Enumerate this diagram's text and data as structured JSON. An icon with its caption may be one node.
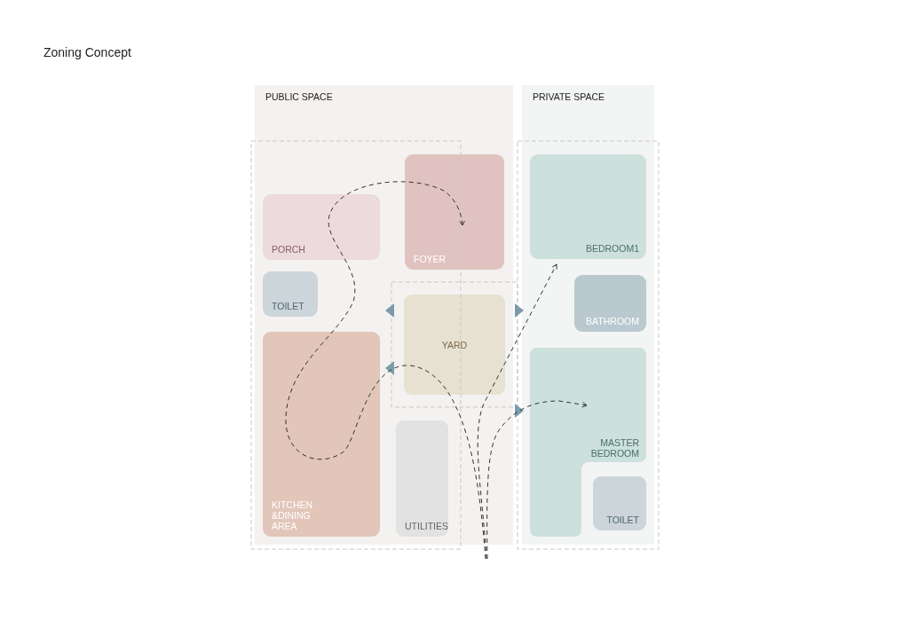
{
  "diagram": {
    "title": "Zoning Concept",
    "nodes": [
      {
        "text": [
          "PUBLIC SPACE"
        ]
      },
      {
        "text": [
          "PRIVATE SPACE"
        ]
      },
      {
        "text": [
          "PORCH"
        ],
        "in": 0
      },
      {
        "text": [
          "FOYER"
        ],
        "in": 0
      },
      {
        "text": [
          "TOILET"
        ],
        "in": 0
      },
      {
        "text": [
          "YARD"
        ],
        "in": 0
      },
      {
        "text": [
          "KITCHEN &DINING AREA"
        ],
        "in": 0
      },
      {
        "text": [
          "UTILITIES"
        ],
        "in": 0
      },
      {
        "text": [
          "BEDROOM1"
        ],
        "in": 1
      },
      {
        "text": [
          "BATHROOM"
        ],
        "in": 1
      },
      {
        "text": [
          "MASTER BEDROOM"
        ],
        "in": 1
      },
      {
        "text": [
          "TOILET"
        ],
        "in": 1
      }
    ],
    "edges": [
      {
        "from": null,
        "to": 3,
        "arrow": "to",
        "style": "dashed"
      },
      {
        "from": null,
        "to": 8,
        "arrow": "to",
        "style": "dashed"
      },
      {
        "from": null,
        "to": 10,
        "arrow": "to",
        "style": "dashed"
      }
    ]
  }
}
